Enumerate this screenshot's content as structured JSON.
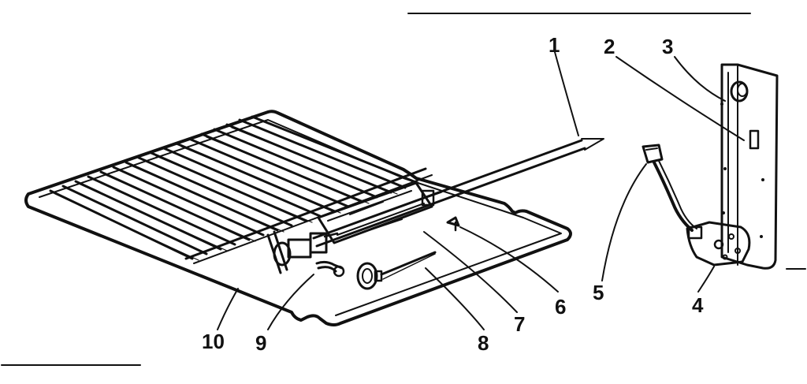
{
  "diagram": {
    "ink_color": "#111111",
    "background_color": "#ffffff",
    "callouts": [
      {
        "id": "1",
        "label": "1"
      },
      {
        "id": "2",
        "label": "2"
      },
      {
        "id": "3",
        "label": "3"
      },
      {
        "id": "4",
        "label": "4"
      },
      {
        "id": "5",
        "label": "5"
      },
      {
        "id": "6",
        "label": "6"
      },
      {
        "id": "7",
        "label": "7"
      },
      {
        "id": "8",
        "label": "8"
      },
      {
        "id": "9",
        "label": "9"
      },
      {
        "id": "10",
        "label": "10"
      }
    ]
  }
}
